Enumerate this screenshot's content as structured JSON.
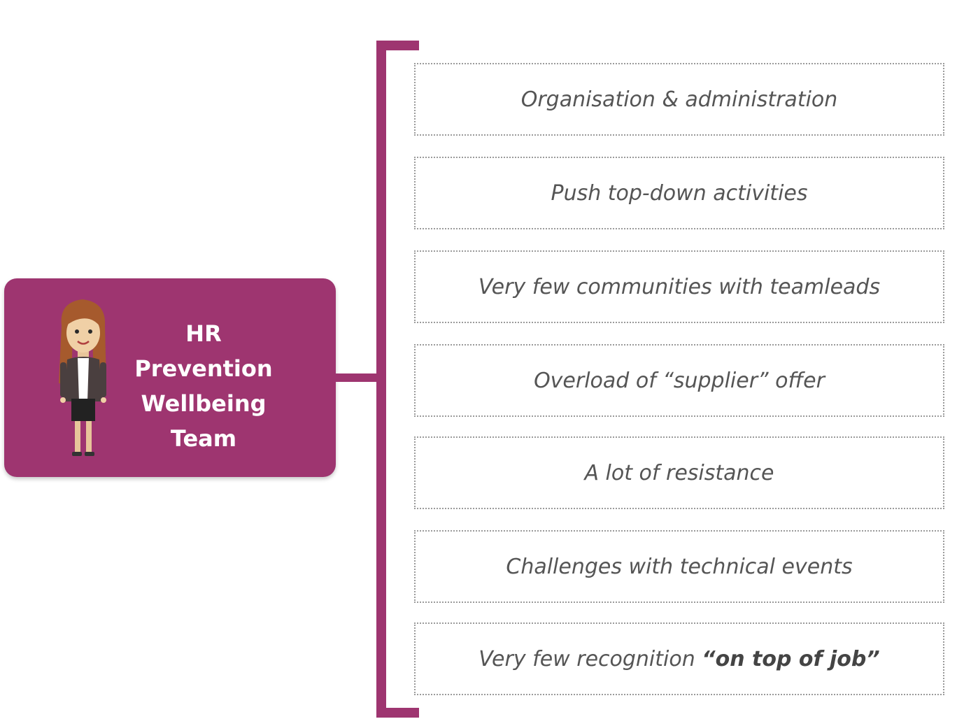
{
  "team": {
    "line1": "HR",
    "line2": "Prevention",
    "line3": "Wellbeing Team",
    "icon": "woman-avatar-icon"
  },
  "colors": {
    "accent": "#9e3570",
    "box_border": "#9a9a9a",
    "text": "#555555"
  },
  "challenges": [
    {
      "text": "Organisation & administration"
    },
    {
      "text": "Push top-down activities"
    },
    {
      "text": "Very few communities with teamleads"
    },
    {
      "text": "Overload of “supplier” offer"
    },
    {
      "text": "A lot of resistance"
    },
    {
      "text": "Challenges with technical events"
    },
    {
      "prefix": "Very few recognition ",
      "emphasis": "“on top of job”"
    }
  ]
}
